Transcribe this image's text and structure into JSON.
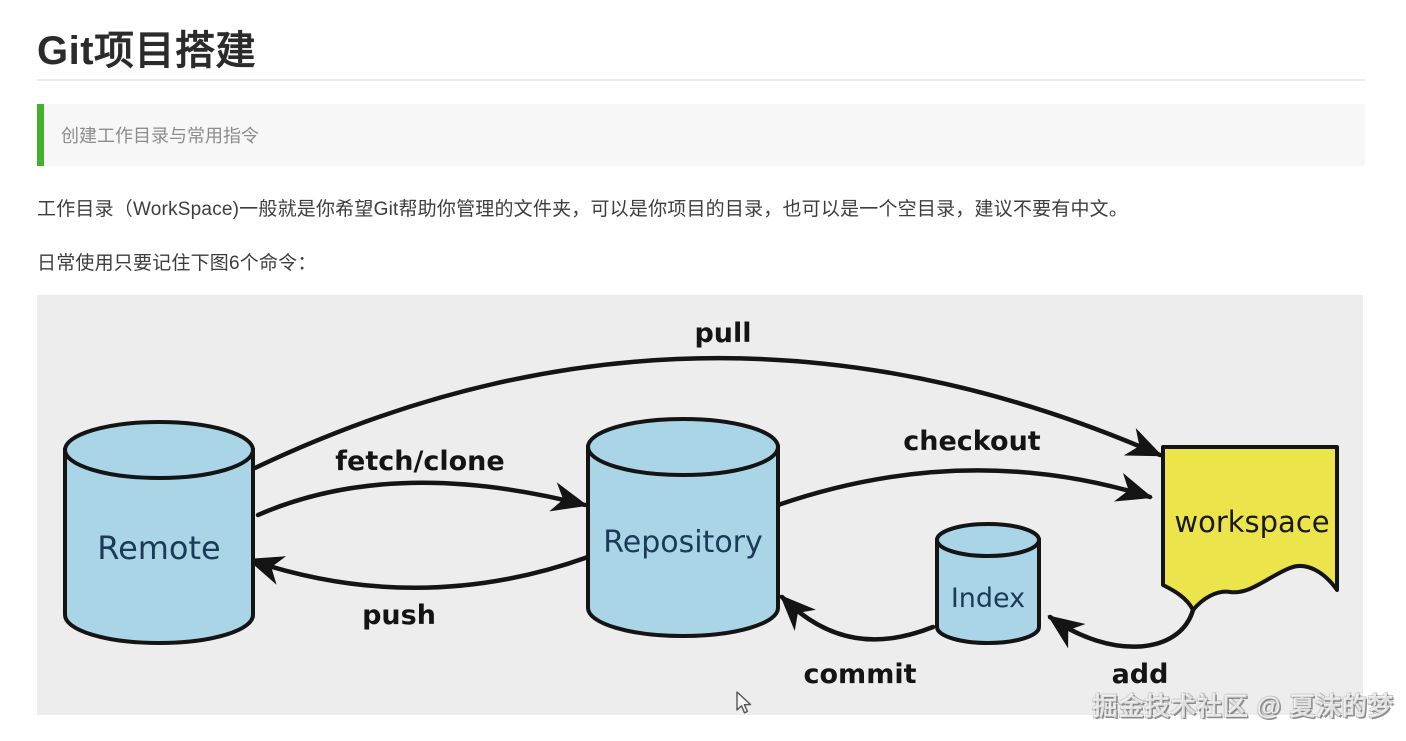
{
  "article": {
    "title": "Git项目搭建",
    "quote": "创建工作目录与常用指令",
    "paragraph_intro": "工作目录（WorkSpace)一般就是你希望Git帮助你管理的文件夹，可以是你项目的目录，也可以是一个空目录，建议不要有中文。",
    "paragraph_commands": "日常使用只要记住下图6个命令：",
    "watermark": "掘金技术社区 @ 夏沫的梦"
  },
  "diagram": {
    "nodes": {
      "remote": "Remote",
      "repository": "Repository",
      "index": "Index",
      "workspace": "workspace"
    },
    "commands": {
      "pull": "pull",
      "fetch_clone": "fetch/clone",
      "checkout": "checkout",
      "push": "push",
      "commit": "commit",
      "add": "add"
    }
  },
  "colors": {
    "accent_green": "#44b02c",
    "diagram_bg": "#ededed",
    "cylinder_fill": "#a9d5e7",
    "workspace_fill": "#ebe44b",
    "node_text": "#1c3a57",
    "outline": "#141414"
  }
}
